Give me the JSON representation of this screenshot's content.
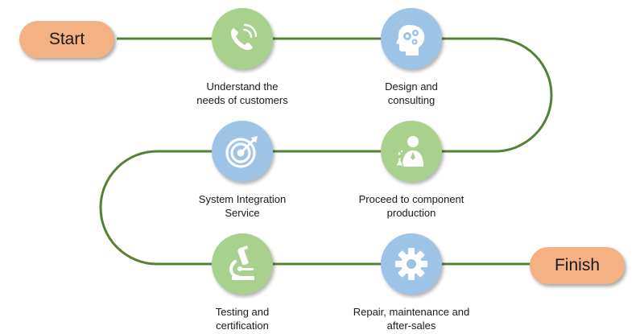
{
  "flow": {
    "start_label": "Start",
    "finish_label": "Finish",
    "path_color": "#548235",
    "pill_color": "#f4b183",
    "steps": [
      {
        "icon": "phone-icon",
        "color": "#a9d18e",
        "label_lines": [
          "Understand the",
          "needs of customers"
        ]
      },
      {
        "icon": "head-gears-icon",
        "color": "#9dc3e6",
        "label_lines": [
          "Design and",
          "consulting"
        ]
      },
      {
        "icon": "scientist-icon",
        "color": "#a9d18e",
        "label_lines": [
          "Proceed to component",
          "production"
        ]
      },
      {
        "icon": "target-icon",
        "color": "#9dc3e6",
        "label_lines": [
          "System Integration",
          "Service"
        ]
      },
      {
        "icon": "microscope-icon",
        "color": "#a9d18e",
        "label_lines": [
          "Testing and",
          "certification"
        ]
      },
      {
        "icon": "gear-icon",
        "color": "#9dc3e6",
        "label_lines": [
          "Repair, maintenance and",
          "after-sales"
        ]
      }
    ]
  }
}
